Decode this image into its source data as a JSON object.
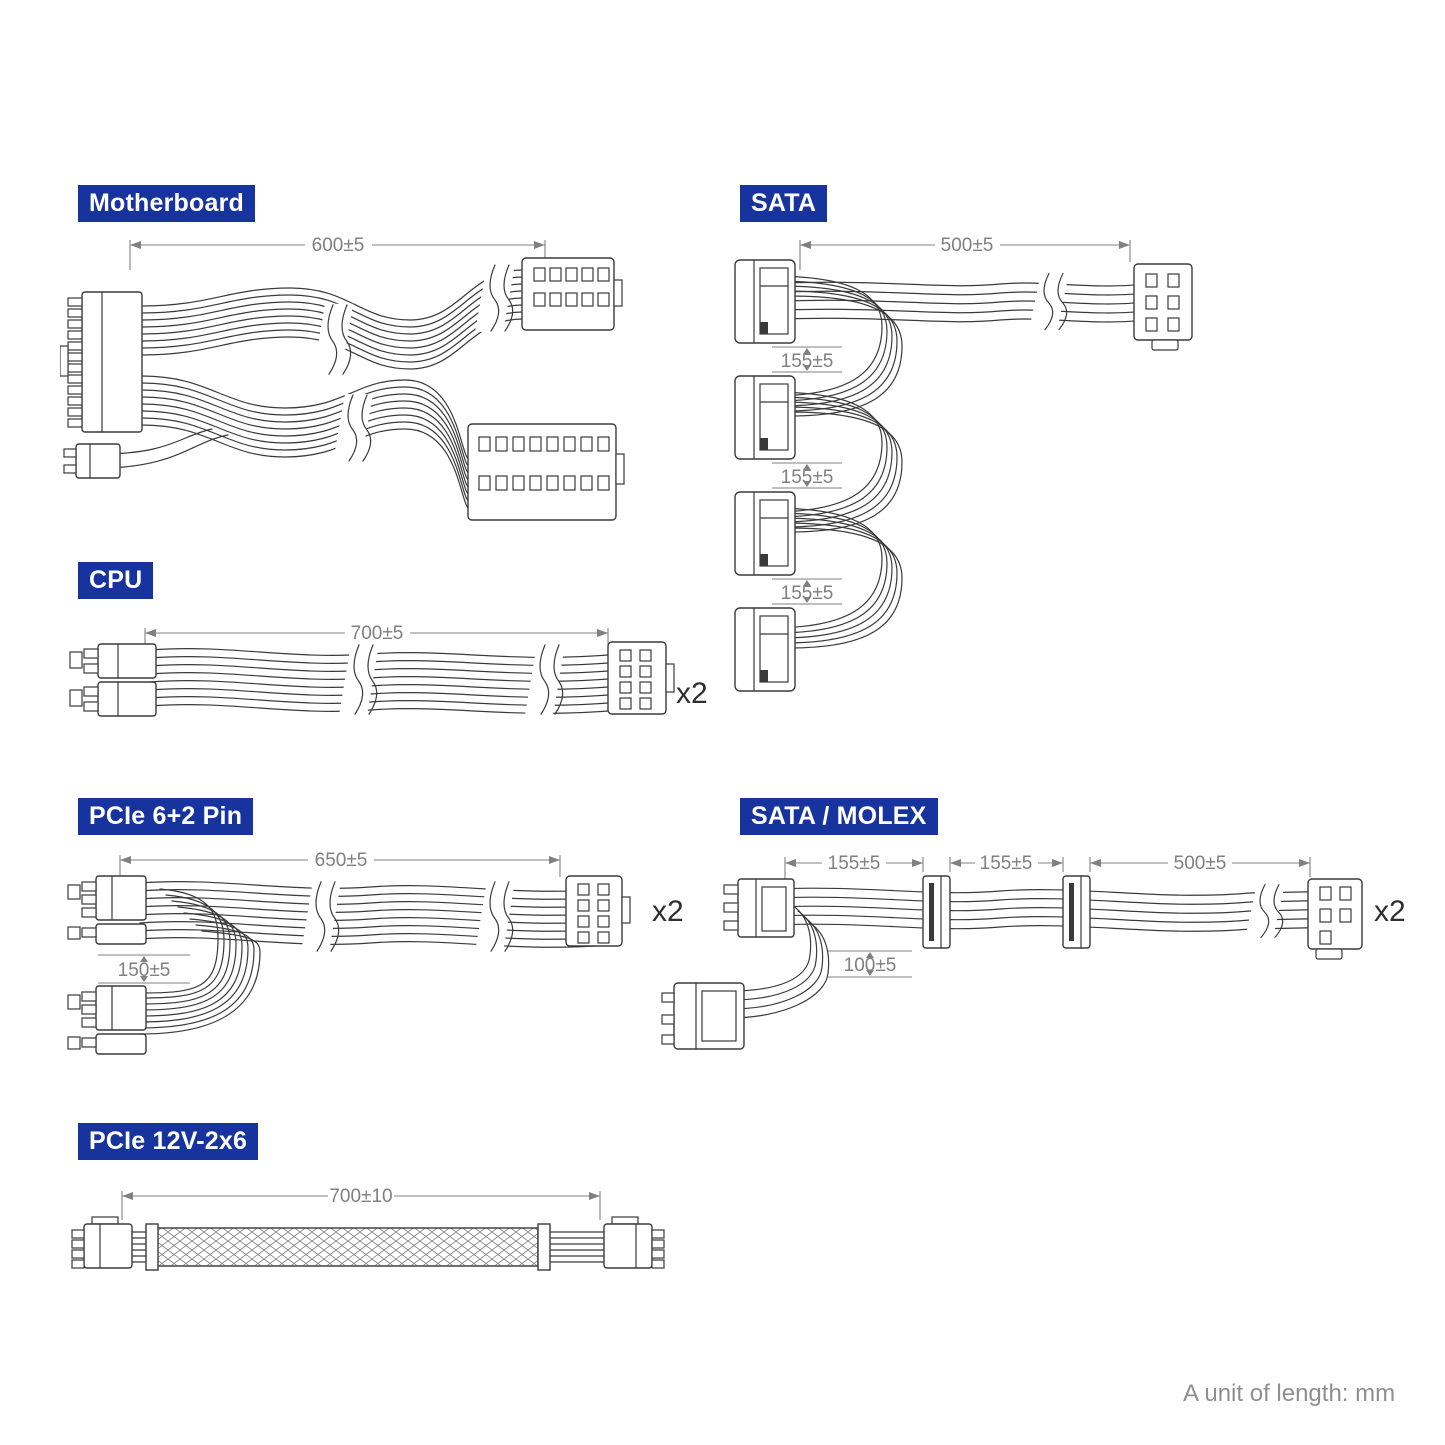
{
  "colors": {
    "accent": "#17339e",
    "line": "#3a3a3a",
    "dim": "#808080"
  },
  "sections": {
    "motherboard": {
      "label": "Motherboard",
      "dim_main": "600±5"
    },
    "sata": {
      "label": "SATA",
      "dim_main": "500±5",
      "dim_seg1": "155±5",
      "dim_seg2": "155±5",
      "dim_seg3": "155±5"
    },
    "cpu": {
      "label": "CPU",
      "dim_main": "700±5",
      "qty": "x2"
    },
    "pcie": {
      "label": "PCIe 6+2 Pin",
      "dim_main": "650±5",
      "dim_branch": "150±5",
      "qty": "x2"
    },
    "sata_molex": {
      "label": "SATA / MOLEX",
      "dim_seg1": "155±5",
      "dim_seg2": "155±5",
      "dim_seg3": "500±5",
      "dim_branch": "100±5",
      "qty": "x2"
    },
    "pcie_12v": {
      "label": "PCIe 12V-2x6",
      "dim_main": "700±10"
    }
  },
  "footer": {
    "note": "A unit of length: mm"
  }
}
